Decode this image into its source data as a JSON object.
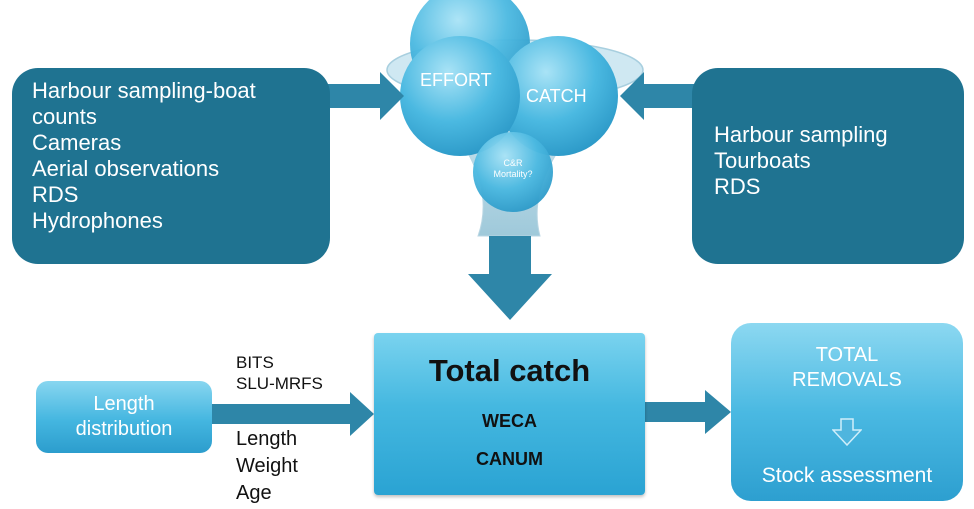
{
  "inputs_left": {
    "items": [
      "Harbour sampling-boat",
      "counts",
      "Cameras",
      "Aerial observations",
      "RDS",
      "Hydrophones"
    ]
  },
  "inputs_right": {
    "items": [
      "Harbour sampling",
      "Tourboats",
      "RDS"
    ]
  },
  "funnel": {
    "effort": "EFFORT",
    "catch": "CATCH",
    "mortality_line1": "C&R",
    "mortality_line2": "Mortality?"
  },
  "total": {
    "title": "Total catch",
    "line1": "WECA",
    "line2": "CANUM"
  },
  "removals": {
    "title_line1": "TOTAL",
    "title_line2": "REMOVALS",
    "footer": "Stock assessment"
  },
  "length": {
    "line1": "Length",
    "line2": "distribution"
  },
  "sources": {
    "line1": "BITS",
    "line2": "SLU-MRFS"
  },
  "measures": {
    "items": [
      "Length",
      "Weight",
      "Age"
    ]
  },
  "colors": {
    "dark_box": "#1f7391",
    "arrow": "#2e86a8",
    "light_box": "#45b8e0"
  }
}
